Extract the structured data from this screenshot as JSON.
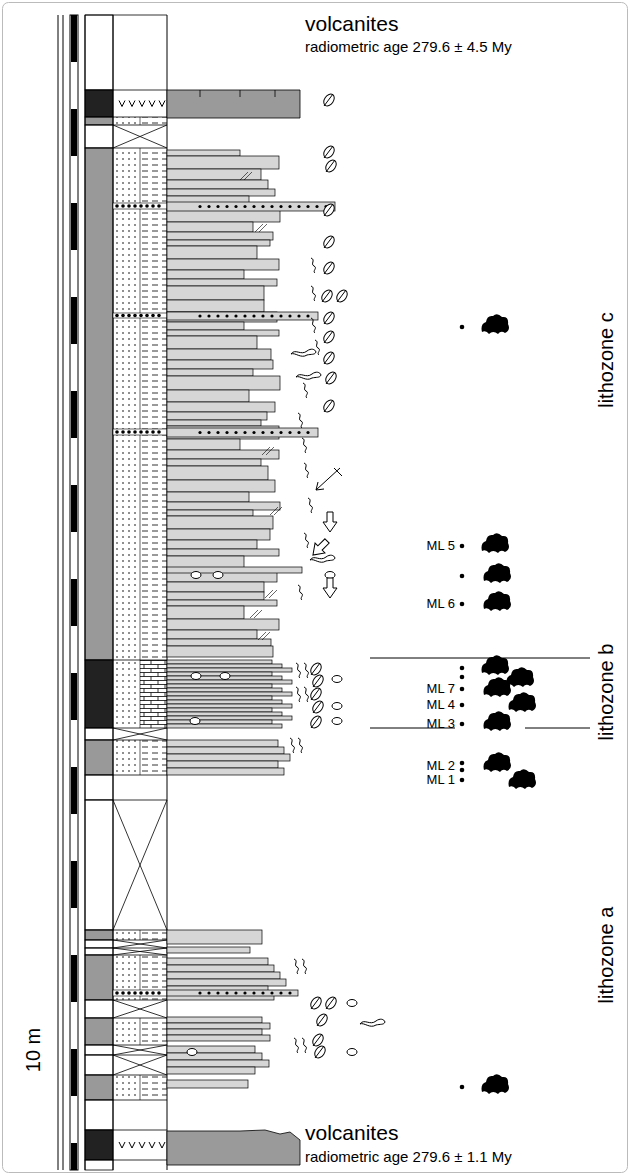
{
  "diagram": {
    "labels": [
      "volcanites",
      "radiometric age 279.6 ± 4.5 My",
      "lithozone c",
      "ML 5",
      "ML 6",
      "lithozone b",
      "ML 7",
      "ML 4",
      "ML 3",
      "ML 2",
      "ML 1",
      "lithozone a",
      "10 m",
      "volcanites",
      "radiometric age 279.6 ± 1.1 My"
    ]
  }
}
